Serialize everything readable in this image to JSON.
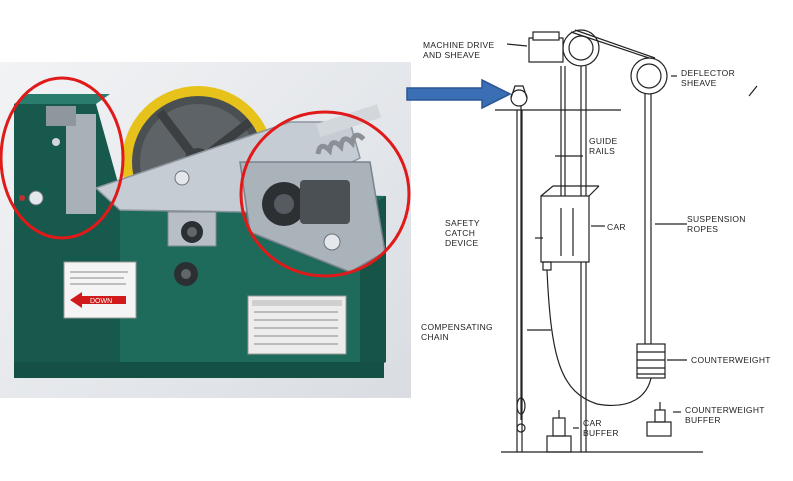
{
  "photo": {
    "plate_down_text": "DOWN",
    "colors": {
      "body_green": "#1e6b5c",
      "steel": "#b8c0c8",
      "wheel_yellow": "#e7c21a",
      "highlight_red": "#e01919",
      "arrow_blue": "#3a6fb6"
    }
  },
  "diagram": {
    "labels": {
      "machine_drive": "MACHINE DRIVE\nAND SHEAVE",
      "deflector": "DEFLECTOR\nSHEAVE",
      "guide_rails": "GUIDE\nRAILS",
      "car": "CAR",
      "safety": "SAFETY\nCATCH\nDEVICE",
      "suspension": "SUSPENSION\nROPES",
      "compensating": "COMPENSATING\nCHAIN",
      "counterweight": "COUNTERWEIGHT",
      "car_buffer": "CAR\nBUFFER",
      "cw_buffer": "COUNTERWEIGHT\nBUFFER"
    }
  }
}
